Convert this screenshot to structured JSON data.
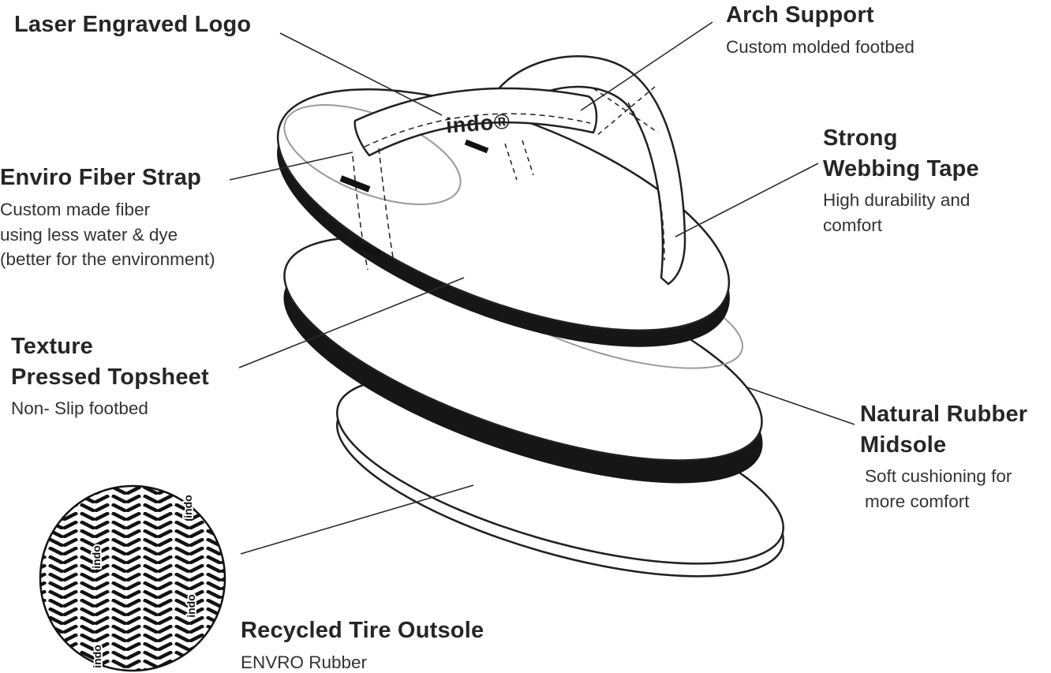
{
  "page": {
    "background": "#ffffff",
    "ink": "#231f20"
  },
  "illustration": {
    "brand_logo": "indo®",
    "outline_color": "#231f20",
    "accent_gray": "#9a9a9a",
    "midsole_black": "#161616"
  },
  "callouts": {
    "laser_logo": {
      "title": "Laser Engraved Logo"
    },
    "arch_support": {
      "title": "Arch Support",
      "desc": "Custom molded footbed"
    },
    "enviro_strap": {
      "title": "Enviro Fiber Strap",
      "desc": "Custom made fiber\nusing less water & dye\n(better for the environment)"
    },
    "webbing_tape": {
      "title": "Strong\nWebbing Tape",
      "desc": "High durability and\ncomfort"
    },
    "topsheet": {
      "title": "Texture\nPressed Topsheet",
      "desc": "Non- Slip footbed"
    },
    "midsole": {
      "title": "Natural Rubber\nMidsole",
      "desc": "Soft cushioning for\nmore comfort"
    },
    "outsole": {
      "title": "Recycled Tire Outsole",
      "desc": "ENVRO Rubber"
    }
  },
  "swatch": {
    "texture_label": "indo"
  }
}
